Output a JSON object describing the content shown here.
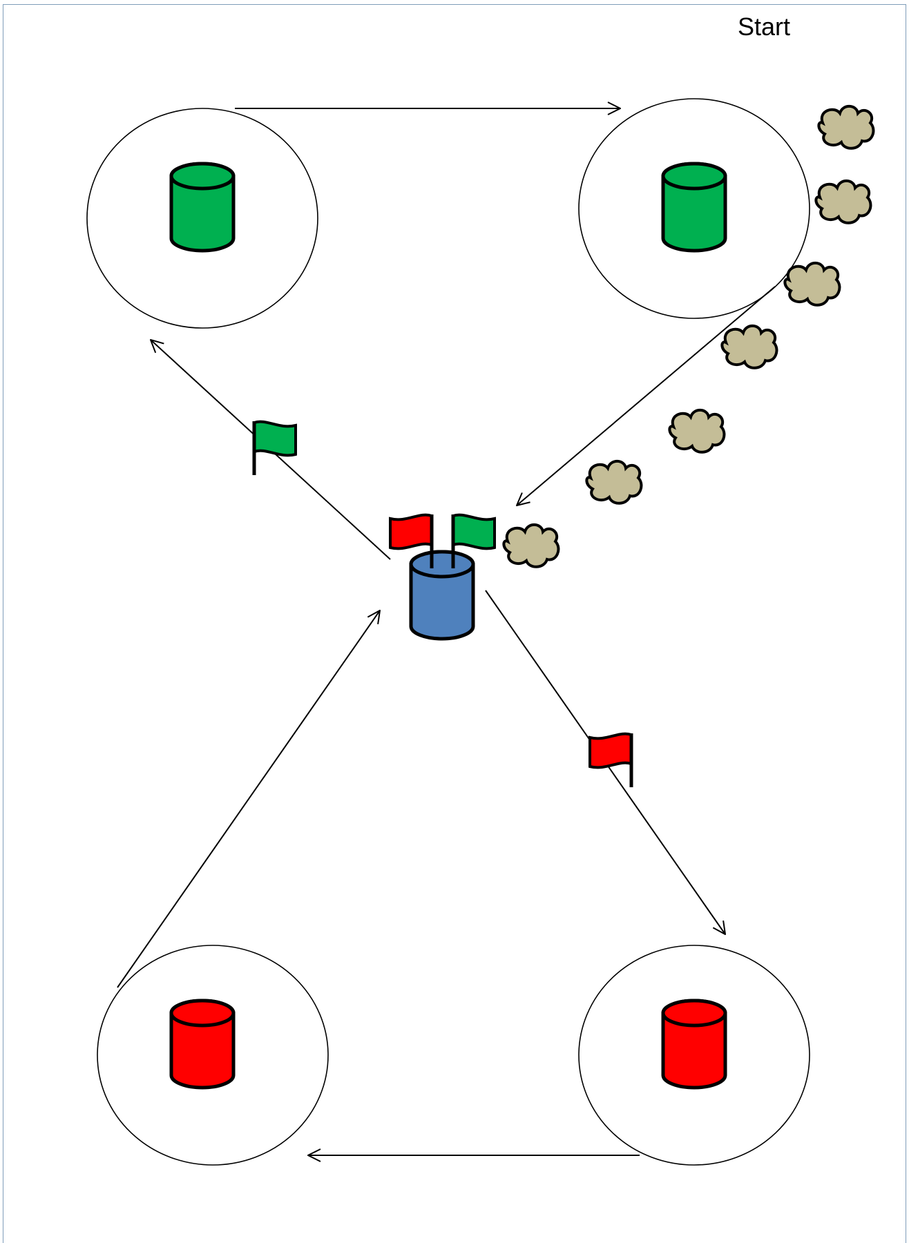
{
  "start_label": "Start",
  "colors": {
    "green": "#00b050",
    "red": "#ff0000",
    "blue": "#4f81bd",
    "cloud": "#c4bd97",
    "stroke": "#000000"
  },
  "stations": [
    {
      "name": "top-left",
      "cylinder_color": "green"
    },
    {
      "name": "top-right",
      "cylinder_color": "green"
    },
    {
      "name": "bottom-left",
      "cylinder_color": "red"
    },
    {
      "name": "bottom-right",
      "cylinder_color": "red"
    }
  ],
  "center": {
    "cylinder_color": "blue",
    "flags": [
      "red",
      "green"
    ]
  },
  "path_flags": [
    "green",
    "red"
  ],
  "cloud_count": 7
}
